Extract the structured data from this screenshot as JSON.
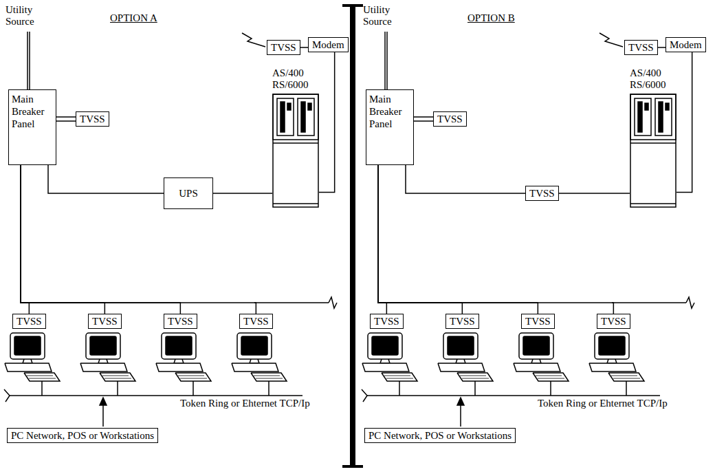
{
  "diagram": {
    "nodes": [
      {
        "text": [
          "Main Breaker Panel"
        ]
      },
      {
        "text": [
          "TVSS"
        ]
      },
      {
        "text": [
          "TVSS"
        ]
      },
      {
        "text": [
          "Modem"
        ]
      },
      {
        "text": [
          "AS/400 RS/6000"
        ]
      },
      {
        "text": [
          "UPS"
        ]
      },
      {
        "text": [
          "TVSS"
        ]
      },
      {
        "text": [
          "TVSS"
        ]
      },
      {
        "text": [
          "TVSS"
        ]
      },
      {
        "text": [
          "TVSS"
        ]
      },
      {
        "text": [
          "PC Network, POS or Workstations"
        ]
      },
      {
        "text": [
          "Main Breaker Panel"
        ]
      },
      {
        "text": [
          "TVSS"
        ]
      },
      {
        "text": [
          "TVSS"
        ]
      },
      {
        "text": [
          "Modem"
        ]
      },
      {
        "text": [
          "AS/400 RS/6000"
        ]
      },
      {
        "text": [
          "TVSS"
        ]
      },
      {
        "text": [
          "TVSS"
        ]
      },
      {
        "text": [
          "TVSS"
        ]
      },
      {
        "text": [
          "TVSS"
        ]
      },
      {
        "text": [
          "TVSS"
        ]
      },
      {
        "text": [
          "PC Network, POS or Workstations"
        ]
      }
    ],
    "edges": [
      {
        "from": 0,
        "to": 1,
        "arrow": "none"
      },
      {
        "from": 0,
        "to": 5,
        "arrow": "none"
      },
      {
        "from": 5,
        "to": 4,
        "arrow": "none"
      },
      {
        "from": 2,
        "to": 3,
        "arrow": "none"
      },
      {
        "from": 3,
        "to": 4,
        "arrow": "none"
      },
      {
        "from": 0,
        "to": 6,
        "arrow": "none"
      },
      {
        "from": 0,
        "to": 7,
        "arrow": "none"
      },
      {
        "from": 0,
        "to": 8,
        "arrow": "none"
      },
      {
        "from": 0,
        "to": 9,
        "arrow": "none"
      },
      {
        "from": 11,
        "to": 12,
        "arrow": "none"
      },
      {
        "from": 11,
        "to": 16,
        "arrow": "none"
      },
      {
        "from": 16,
        "to": 15,
        "arrow": "none"
      },
      {
        "from": 13,
        "to": 14,
        "arrow": "none"
      },
      {
        "from": 14,
        "to": 15,
        "arrow": "none"
      },
      {
        "from": 11,
        "to": 17,
        "arrow": "none"
      },
      {
        "from": 11,
        "to": 18,
        "arrow": "none"
      },
      {
        "from": 11,
        "to": 19,
        "arrow": "none"
      },
      {
        "from": 11,
        "to": 20,
        "arrow": "none"
      }
    ],
    "labels": [
      "Utility Source",
      "OPTION A",
      "Token Ring or Ehternet TCP/Ip",
      "Utility Source",
      "OPTION B",
      "Token Ring or Ehternet TCP/Ip"
    ]
  }
}
